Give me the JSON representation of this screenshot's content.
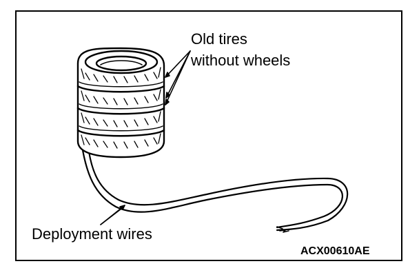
{
  "labels": {
    "tires_line1": "Old tires",
    "tires_line2": "without wheels",
    "wires": "Deployment wires"
  },
  "figure_code": "ACX00610AE",
  "colors": {
    "ink": "#000000",
    "paper": "#ffffff"
  }
}
